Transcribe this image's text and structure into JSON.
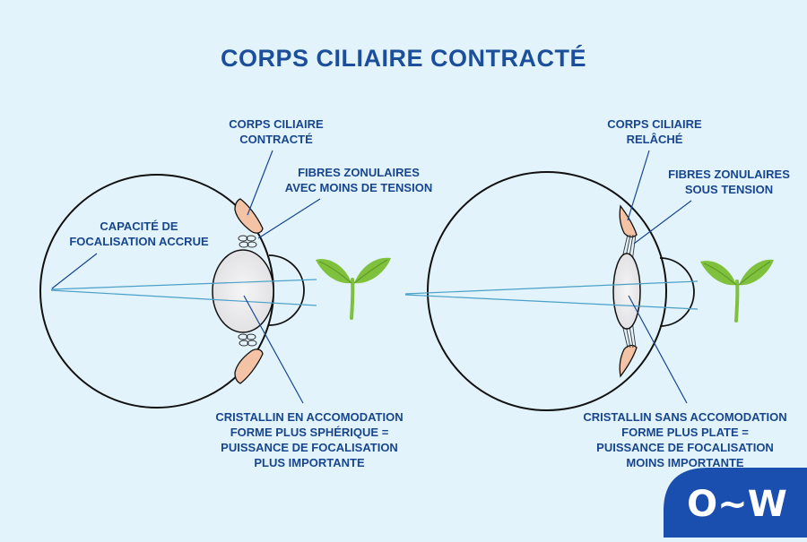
{
  "title": "CORPS CILIAIRE CONTRACTÉ",
  "left_eye": {
    "ciliary_body": [
      "CORPS CILIAIRE",
      "CONTRACTÉ"
    ],
    "zonular_fibres": [
      "FIBRES ZONULAIRES",
      "AVEC MOINS DE TENSION"
    ],
    "focus": [
      "CAPACITÉ DE",
      "FOCALISATION ACCRUE"
    ],
    "lens": [
      "CRISTALLIN EN ACCOMODATION",
      "FORME PLUS SPHÉRIQUE =",
      "PUISSANCE DE FOCALISATION",
      "PLUS IMPORTANTE"
    ]
  },
  "right_eye": {
    "ciliary_body": [
      "CORPS CILIAIRE",
      "RELÂCHÉ"
    ],
    "zonular_fibres": [
      "FIBRES ZONULAIRES",
      "SOUS TENSION"
    ],
    "lens": [
      "CRISTALLIN SANS ACCOMODATION",
      "FORME PLUS PLATE =",
      "PUISSANCE DE FOCALISATION",
      "MOINS IMPORTANTE"
    ]
  },
  "logo": {
    "text": "O~W",
    "color": "#1a4fb0"
  },
  "colors": {
    "background": "#e3f3fb",
    "text": "#17468f",
    "eye_outline": "#111111",
    "ciliary": "#f4c3a5",
    "lens": "#eeeeef",
    "light_ray": "#4aa0c8",
    "plant": "#7fc13c"
  }
}
